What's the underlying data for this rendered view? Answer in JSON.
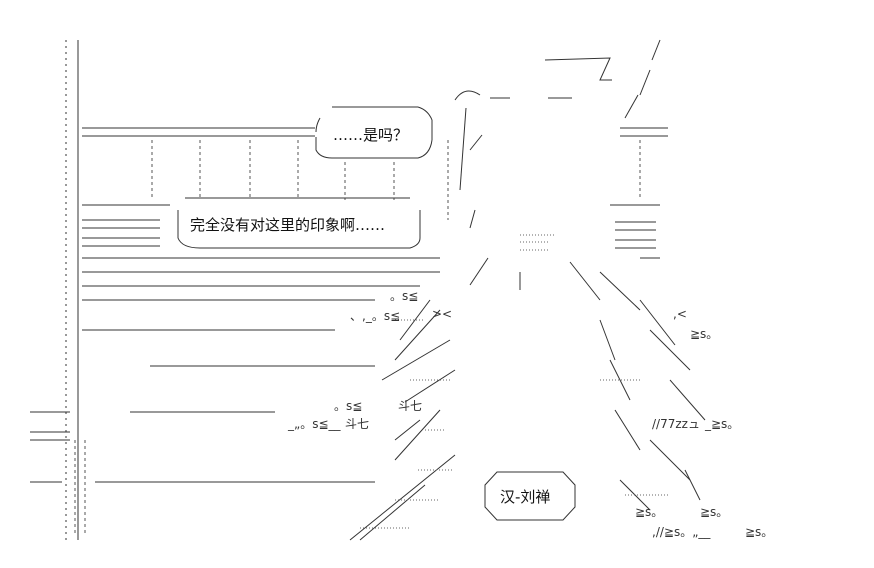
{
  "bubbles": {
    "top": "……是吗？",
    "middle": "完全没有对这里的印象啊……",
    "name_tag": "汉-刘禅"
  },
  "chart_data": null
}
